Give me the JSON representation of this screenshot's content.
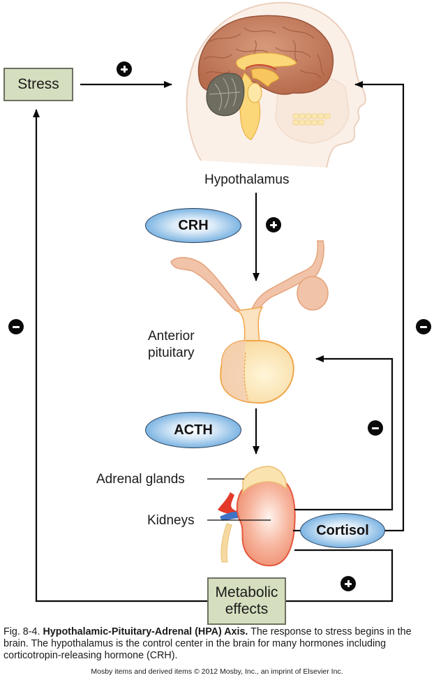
{
  "figure": {
    "nodes": {
      "stress": "Stress",
      "hypothalamus": "Hypothalamus",
      "crh": "CRH",
      "anterior_pituitary_line1": "Anterior",
      "anterior_pituitary_line2": "pituitary",
      "acth": "ACTH",
      "adrenal_glands": "Adrenal glands",
      "kidneys": "Kidneys",
      "cortisol": "Cortisol",
      "metabolic_effects_line1": "Metabolic",
      "metabolic_effects_line2": "effects"
    },
    "edges": [
      {
        "from": "Stress",
        "to": "Brain (Hypothalamus)",
        "sign": "+"
      },
      {
        "from": "Hypothalamus",
        "to": "Anterior pituitary",
        "via": "CRH",
        "sign": "+"
      },
      {
        "from": "Anterior pituitary",
        "to": "Adrenal glands",
        "via": "ACTH"
      },
      {
        "from": "Cortisol",
        "to": "Anterior pituitary",
        "sign": "-"
      },
      {
        "from": "Cortisol",
        "to": "Brain (Hypothalamus)",
        "sign": "-"
      },
      {
        "from": "Cortisol",
        "to": "Metabolic effects",
        "sign": "+"
      },
      {
        "from": "Metabolic effects",
        "to": "Stress",
        "sign": "-"
      }
    ],
    "signs": {
      "plus": "+",
      "minus": "−"
    },
    "colors": {
      "box_fill": "#d5dfbf",
      "oval_fill": "#3a8fd0",
      "arrow": "#0a0a0a"
    }
  },
  "caption": {
    "fig_number": "Fig. 8-4.",
    "title": "Hypothalamic-Pituitary-Adrenal (HPA) Axis.",
    "body": "The response to stress begins in the brain. The hypothalamus is the control center in the brain for many hormones including corticotropin-releasing hormone (CRH).",
    "credit": "Mosby items and derived items © 2012 Mosby, Inc., an imprint of Elsevier Inc."
  }
}
